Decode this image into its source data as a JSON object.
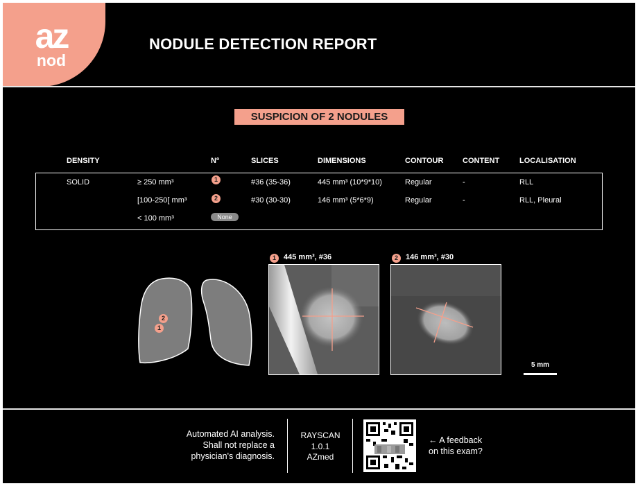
{
  "header": {
    "logo_top": "az",
    "logo_bottom": "nod",
    "title": "NODULE DETECTION REPORT"
  },
  "banner": "SUSPICION OF 2 NODULES",
  "table": {
    "columns": [
      "DENSITY",
      "Nº",
      "SLICES",
      "DIMENSIONS",
      "CONTOUR",
      "CONTENT",
      "LOCALISATION"
    ],
    "density": "SOLID",
    "rows": [
      {
        "range": "≥ 250 mm³",
        "num": "1",
        "slices": "#36 (35-36)",
        "dimensions": "445 mm³ (10*9*10)",
        "contour": "Regular",
        "content": "-",
        "localisation": "RLL"
      },
      {
        "range": "[100-250[ mm³",
        "num": "2",
        "slices": "#30 (30-30)",
        "dimensions": "146 mm³ (5*6*9)",
        "contour": "Regular",
        "content": "-",
        "localisation": "RLL, Pleural"
      },
      {
        "range": "< 100 mm³",
        "none_label": "None"
      }
    ]
  },
  "figures": {
    "lung_markers": [
      "2",
      "1"
    ],
    "ct1": {
      "num": "1",
      "label": "445 mm³, #36"
    },
    "ct2": {
      "num": "2",
      "label": "146 mm³, #30"
    },
    "scale": "5 mm"
  },
  "footer": {
    "disclaimer": [
      "Automated AI analysis.",
      "Shall not replace a",
      "physician's diagnosis."
    ],
    "vendor": [
      "RAYSCAN",
      "1.0.1",
      "AZmed"
    ],
    "feedback": [
      "← A feedback",
      "on this exam?"
    ]
  },
  "colors": {
    "accent": "#f4a08c",
    "background": "#000000"
  }
}
